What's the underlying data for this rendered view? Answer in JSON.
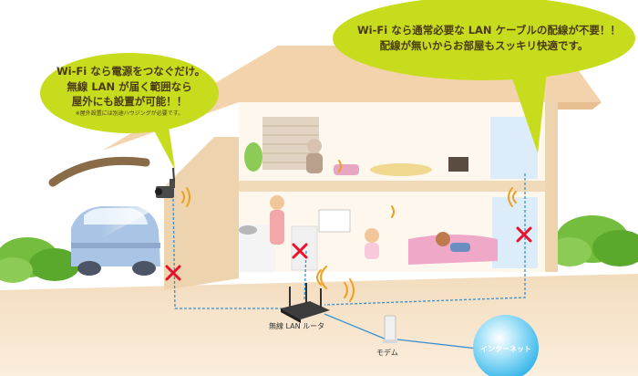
{
  "bubbles": {
    "left": {
      "line1": "Wi-Fi なら電源をつなぐだけ。",
      "line2": "無線 LAN が届く範囲なら",
      "line3": "屋外にも設置が可能！！",
      "note": "※屋外設置には別途ハウジングが必要です。"
    },
    "right": {
      "line1": "Wi-Fi なら通常必要な LAN ケーブルの配線が不要！！",
      "line2": "配線が無いからお部屋もスッキリ快適です。"
    }
  },
  "labels": {
    "router": "無線 LAN ルータ",
    "modem": "モデム",
    "internet": "インターネット"
  },
  "colors": {
    "bubble": "#c8dc1e",
    "cable": "#3a8fd0",
    "cross": "#e8102a",
    "signal": "#f0a020",
    "roof": "#f3d3ac",
    "wall": "#f7e6cc",
    "globe": "#58c8f0",
    "car": "#a9c4e4",
    "bush": "#74bd3e"
  },
  "icons": {
    "camera": "network-camera-icon",
    "router": "wireless-router-icon",
    "modem": "modem-icon",
    "internet": "internet-globe-icon",
    "no_cable": "cross-mark-icon"
  }
}
